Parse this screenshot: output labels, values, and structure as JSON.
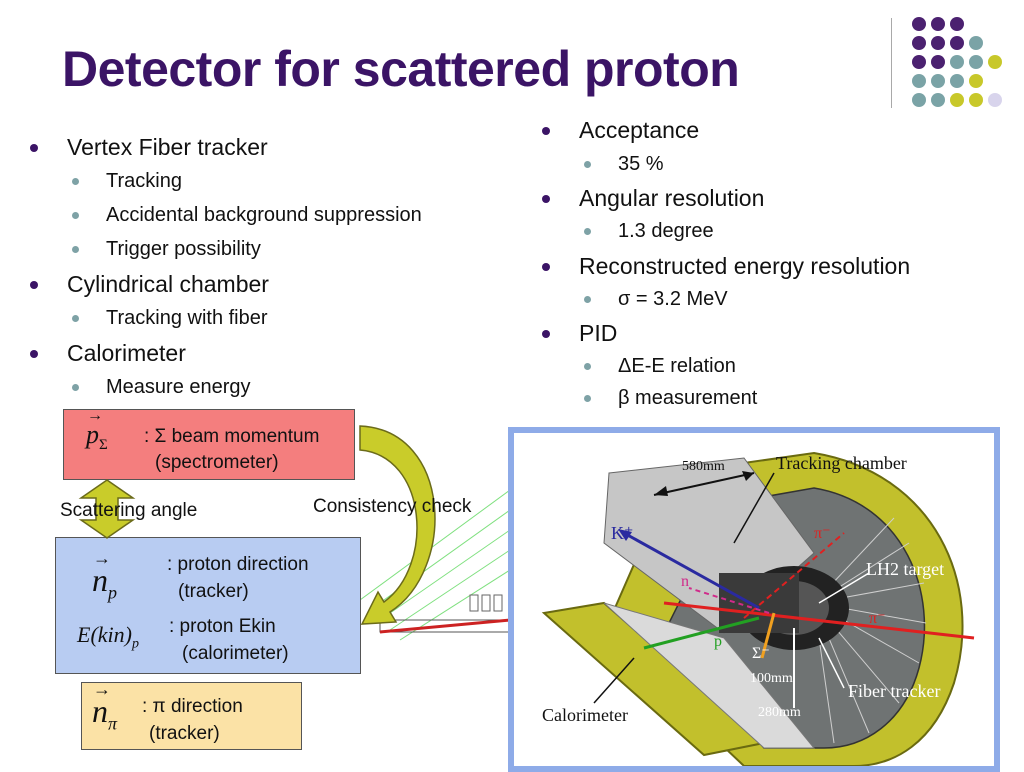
{
  "slide": {
    "title": "Detector for scattered proton",
    "colors": {
      "title": "#3b1466",
      "purple": "#4b2170",
      "teal": "#7aa3a6",
      "yellow": "#c8c82a",
      "lavender": "#d8d4ec"
    },
    "left_bullets": [
      {
        "text": "Vertex Fiber tracker",
        "sub": [
          "Tracking",
          "Accidental background suppression",
          "Trigger possibility"
        ]
      },
      {
        "text": "Cylindrical chamber",
        "sub": [
          "Tracking with fiber"
        ]
      },
      {
        "text": "Calorimeter",
        "sub": [
          "Measure energy"
        ]
      }
    ],
    "right_bullets": [
      {
        "text": "Acceptance",
        "sub": [
          "35 %"
        ]
      },
      {
        "text": "Angular resolution",
        "sub": [
          "1.3 degree"
        ]
      },
      {
        "text": "Reconstructed energy resolution",
        "sub": [
          "σ = 3.2 MeV"
        ]
      },
      {
        "text": "PID",
        "sub": [
          "ΔE-E relation",
          "β measurement"
        ]
      }
    ],
    "boxes": {
      "sigma": {
        "symbol": "p",
        "subscript": "Σ",
        "line1": ": Σ beam momentum",
        "line2": "(spectrometer)",
        "color": "#f47e7e"
      },
      "proton": {
        "symbol1": "n",
        "subscript1": "p",
        "line1a": ": proton direction",
        "line1b": "(tracker)",
        "symbol2": "E(kin)",
        "subscript2": "p",
        "line2a": ": proton Ekin",
        "line2b": "(calorimeter)",
        "color": "#b8ccf2"
      },
      "pion": {
        "symbol": "n",
        "subscript": "π",
        "line1": ": π direction",
        "line2": "(tracker)",
        "color": "#fbe2a6"
      }
    },
    "labels": {
      "scattering_angle": "Scattering angle",
      "consistency_check": "Consistency check"
    },
    "figure": {
      "dim_580": "580mm",
      "tracking_chamber": "Tracking chamber",
      "kplus": "K⁺",
      "pi_top": "π⁻",
      "lh2": "LH2 target",
      "n": "n",
      "pi_right": "π⁻",
      "p": "p",
      "sigma": "Σ⁻",
      "dim_100": "100mm",
      "fiber_tracker": "Fiber tracker",
      "calorimeter": "Calorimeter",
      "dim_280": "280mm"
    }
  }
}
